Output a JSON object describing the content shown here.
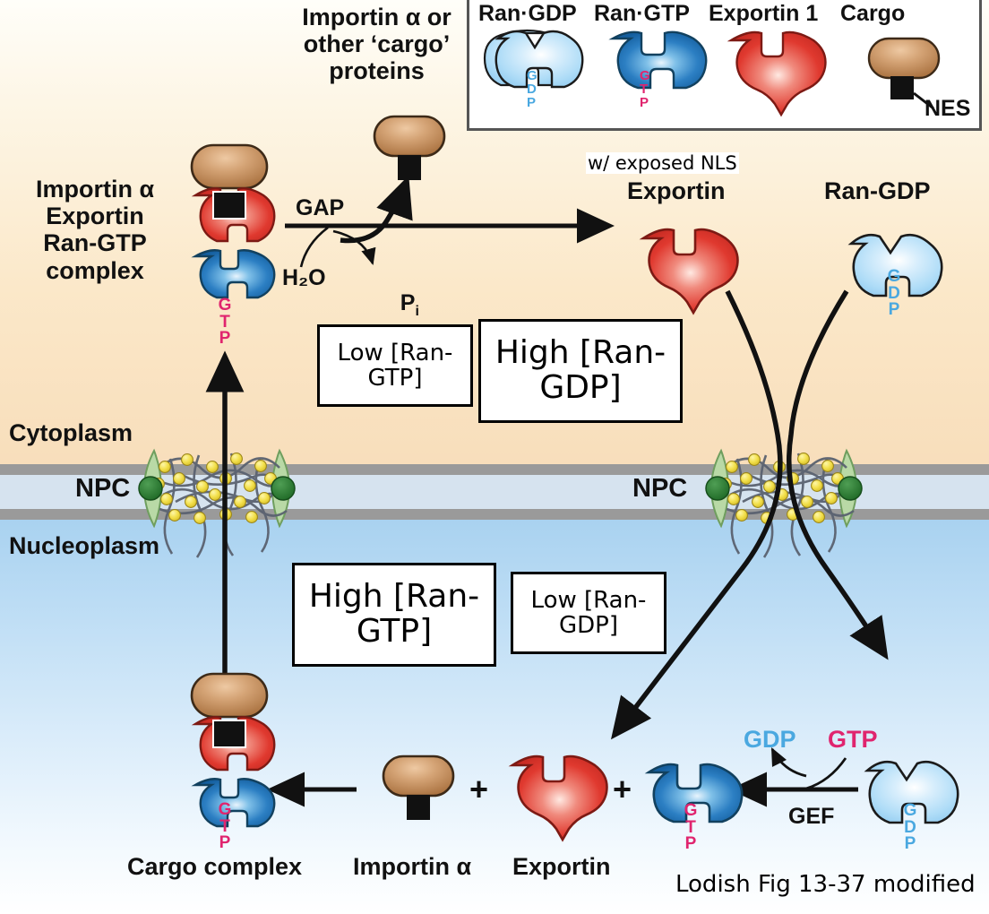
{
  "figure": {
    "credit": "Lodish Fig 13-37 modified",
    "compartments": {
      "cytoplasm": "Cytoplasm",
      "nucleoplasm": "Nucleoplasm",
      "npc_top": "NPC",
      "npc_bottom": "NPC"
    }
  },
  "legend": {
    "items": [
      {
        "name": "Ran·GDP",
        "nucleotide": "GDP",
        "shape": "ran-gdp",
        "color": "#bcdff7"
      },
      {
        "name": "Ran·GTP",
        "nucleotide": "GTP",
        "shape": "ran-gtp",
        "color": "#2b7fc4"
      },
      {
        "name": "Exportin 1",
        "nucleotide": "",
        "shape": "exportin",
        "color": "#e03a34"
      },
      {
        "name": "Cargo",
        "nucleotide": "",
        "shape": "cargo",
        "color": "#c08a55"
      }
    ],
    "nes_label": "NES"
  },
  "cytoplasm": {
    "complex_label": "Importin α\nExportin\nRan-GTP\ncomplex",
    "complex_nucleotide": "GTP",
    "released_cargo_label": "Importin α or\nother ‘cargo’\nproteins",
    "reaction": {
      "enzyme": "GAP",
      "substrate": "H₂O",
      "product": "P",
      "product_sub": "i"
    },
    "exportin_note": "w/ exposed NLS",
    "exportin_label": "Exportin",
    "ran_gdp_label": "Ran-GDP",
    "ran_gdp_nucleotide": "GDP",
    "box_low_gtp": "Low\n[Ran-GTP]",
    "box_high_gdp": "High\n[Ran-GDP]"
  },
  "nucleoplasm": {
    "box_high_gtp": "High\n[Ran-GTP]",
    "box_low_gdp": "Low\n[Ran-GDP]",
    "cargo_complex_label": "Cargo complex",
    "cargo_complex_nucleotide": "GTP",
    "importin_label": "Importin α",
    "exportin_label": "Exportin",
    "ran_gtp_nucleotide": "GTP",
    "ran_gdp_nucleotide": "GDP",
    "plus_1": "+",
    "plus_2": "+",
    "gef": {
      "enzyme": "GEF",
      "released": "GDP",
      "bound": "GTP"
    }
  },
  "colors": {
    "cytoplasm_bg": "#fbe8c9",
    "nucleoplasm_bg": "#bfdef5",
    "membrane": "#9a9a9a",
    "lumen": "#d6e3ef",
    "ran_gdp": "#bcdff7",
    "ran_gtp": "#2b7fc4",
    "exportin": "#e03a34",
    "cargo": "#c08a55",
    "npc_green": "#b6d7a8",
    "npc_dot": "#2e7d32",
    "fg_dot": "#f2e14c",
    "gtp_text": "#e0246e",
    "gdp_text": "#4aa8e0"
  }
}
